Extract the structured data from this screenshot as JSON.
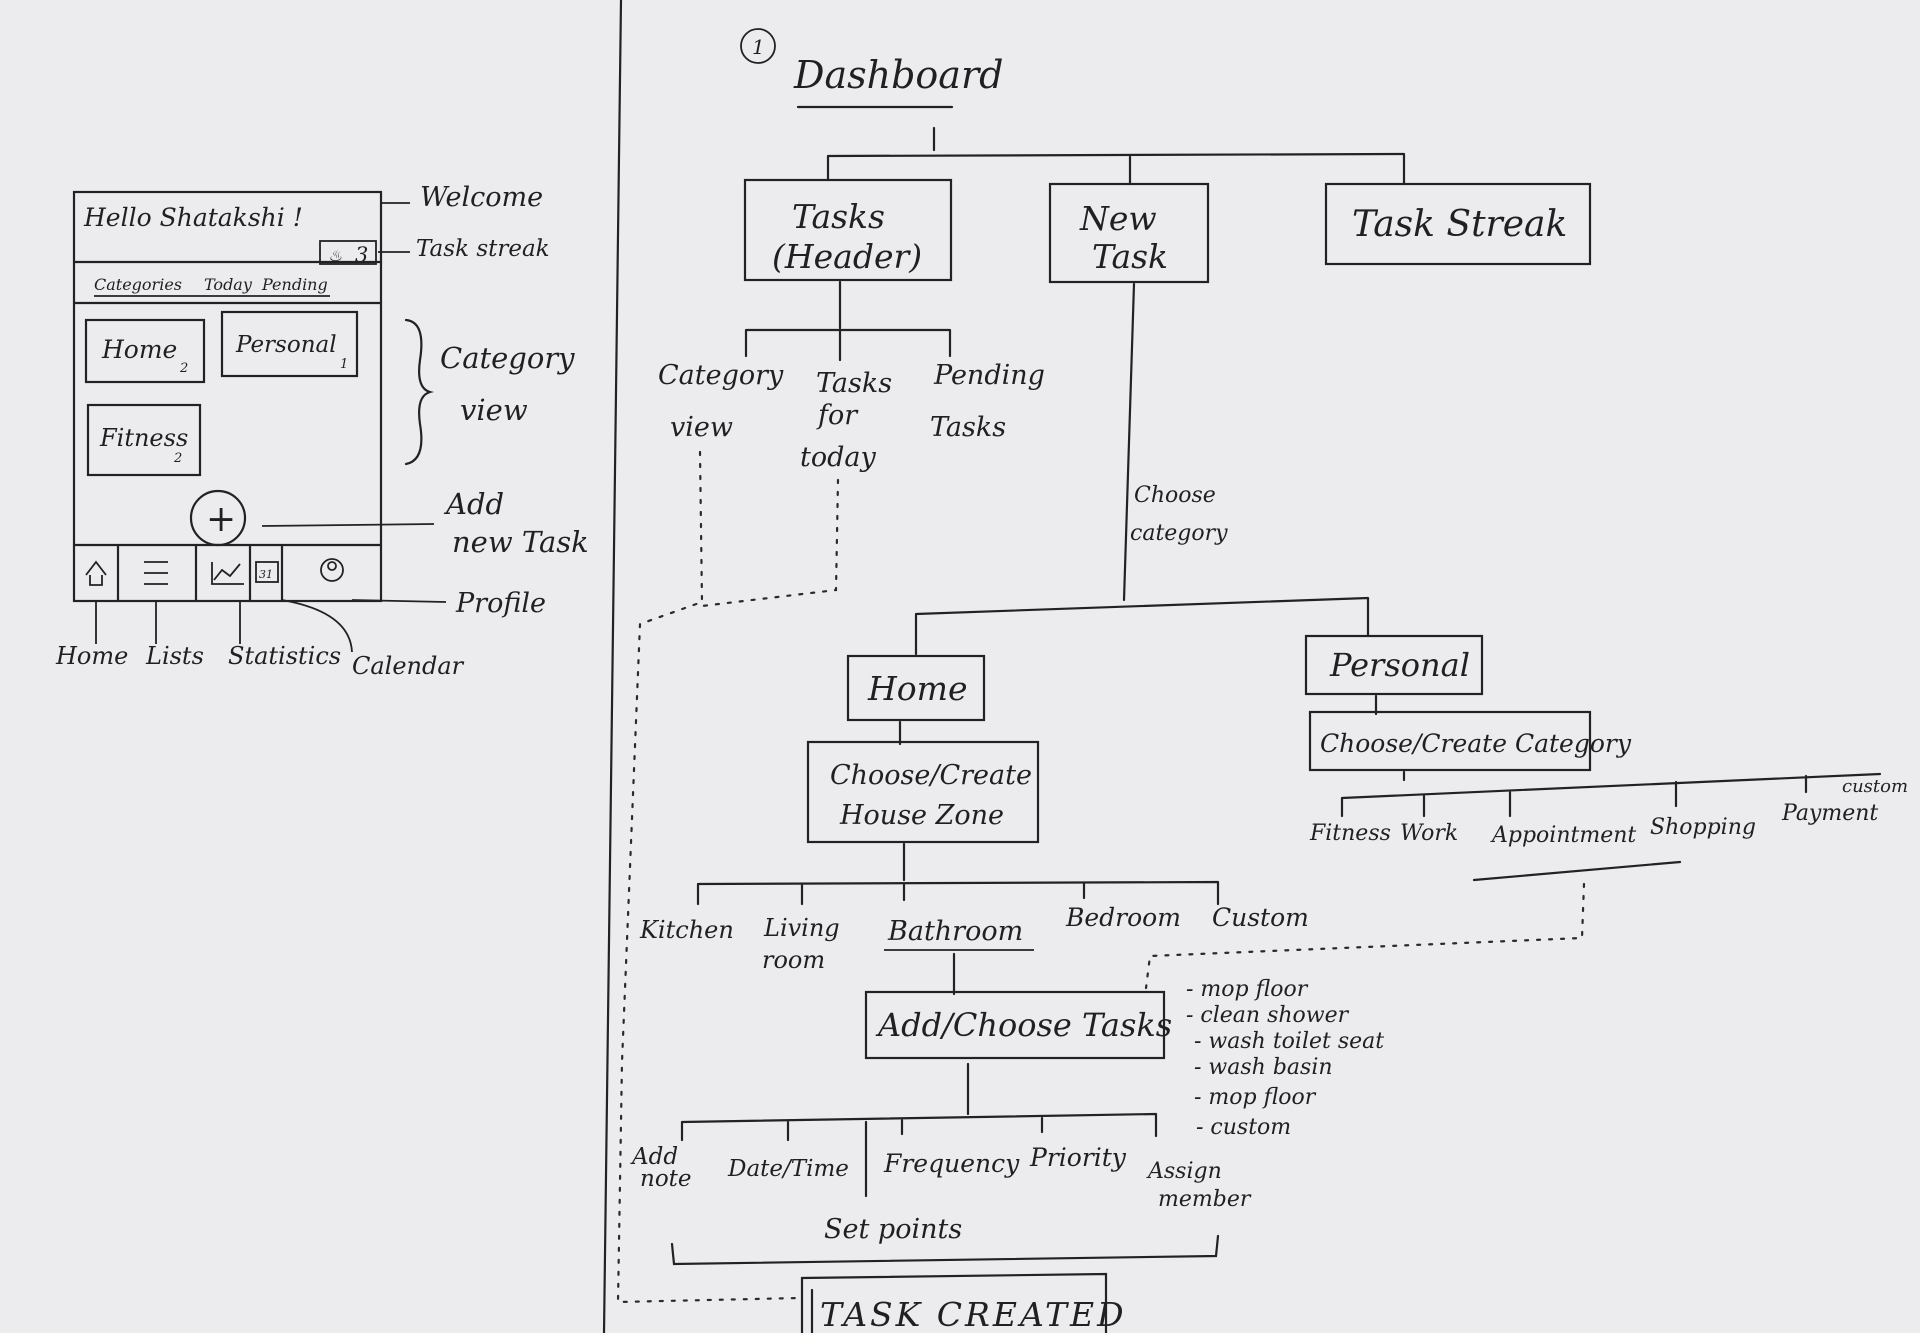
{
  "wireframe": {
    "greeting": "Hello Shatakshi !",
    "streak_count": "3",
    "tabs": [
      "Categories",
      "Today",
      "Pending"
    ],
    "cards": [
      {
        "label": "Home",
        "count": "2"
      },
      {
        "label": "Personal",
        "count": "1"
      },
      {
        "label": "Fitness",
        "count": "2"
      }
    ],
    "add_glyph": "+",
    "calendar_glyph": "31",
    "nav_icons": [
      "home-icon",
      "list-icon",
      "statistics-icon",
      "calendar-icon",
      "profile-icon"
    ]
  },
  "annotations": {
    "welcome": "Welcome",
    "task_streak": "Task streak",
    "category_view": [
      "Category",
      "view"
    ],
    "add_task": [
      "Add",
      "new Task"
    ],
    "profile": "Profile",
    "bottom": {
      "home": "Home",
      "lists": "Lists",
      "statistics": "Statistics",
      "calendar": "Calendar"
    }
  },
  "flow": {
    "page_number": "1",
    "title": "Dashboard",
    "top_nodes": {
      "tasks": [
        "Tasks",
        "(Header)"
      ],
      "new_task": [
        "New",
        "Task"
      ],
      "streak": "Task Streak"
    },
    "header_children": {
      "category": [
        "Category",
        "view"
      ],
      "today": [
        "Tasks",
        "for",
        "today"
      ],
      "pending": [
        "Pending",
        "Tasks"
      ]
    },
    "choose_category": [
      "Choose",
      "category"
    ],
    "home": "Home",
    "personal": "Personal",
    "house_zone": [
      "Choose/Create",
      "House Zone"
    ],
    "personal_category": "Choose/Create Category",
    "personal_options": {
      "fitness": "Fitness",
      "work": "Work",
      "appointment": "Appointment",
      "shopping": "Shopping",
      "payment": "Payment",
      "custom": "custom"
    },
    "zones": {
      "kitchen": "Kitchen",
      "living": [
        "Living",
        "room"
      ],
      "bathroom": "Bathroom",
      "bedroom": "Bedroom",
      "custom": "Custom"
    },
    "add_tasks": "Add/Choose Tasks",
    "task_list": [
      "- mop floor",
      "- clean shower",
      "- wash toilet seat",
      "- wash basin",
      "- mop floor",
      "- custom"
    ],
    "options": {
      "add_note": [
        "Add",
        "note"
      ],
      "date_time": "Date/Time",
      "frequency": "Frequency",
      "priority": "Priority",
      "assign": [
        "Assign",
        "member"
      ]
    },
    "set_points": "Set points",
    "created": "TASK CREATED"
  }
}
